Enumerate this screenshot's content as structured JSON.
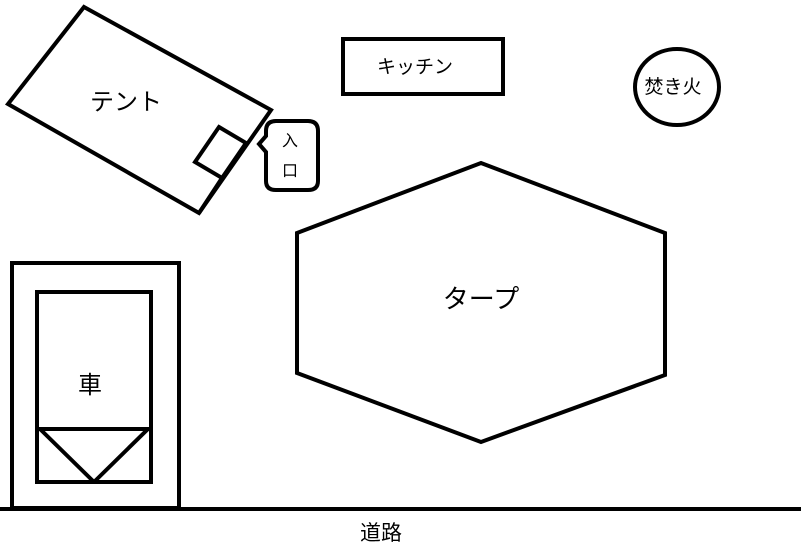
{
  "labels": {
    "tent": "テント",
    "kitchen": "キッチン",
    "campfire": "焚き火",
    "entrance_top": "入",
    "entrance_bottom": "口",
    "tarp": "タープ",
    "car": "車",
    "road": "道路"
  },
  "colors": {
    "stroke": "#000000",
    "background": "#ffffff"
  }
}
